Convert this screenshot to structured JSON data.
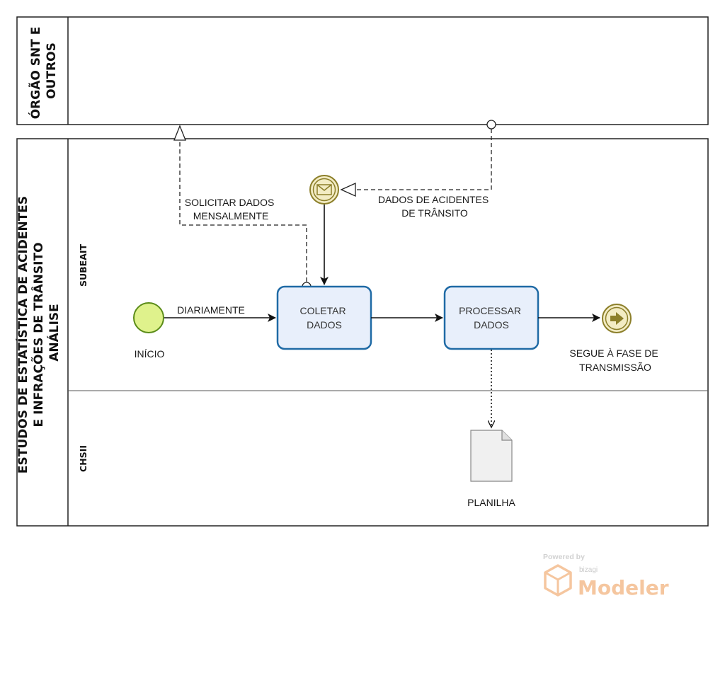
{
  "pools": {
    "top": {
      "title_lines": [
        "ÓRGÃO SNT E",
        "OUTROS"
      ]
    },
    "main": {
      "title_lines": [
        "ESTUDOS DE ESTATÍSTICA DE ACIDENTES",
        "E INFRAÇÕES DE TRÂNSITO",
        "ANÁLISE"
      ],
      "lanes": [
        "SUBEAIT",
        "CHSII"
      ]
    }
  },
  "tasks": {
    "coletar": [
      "COLETAR",
      "DADOS"
    ],
    "processar": [
      "PROCESSAR",
      "DADOS"
    ]
  },
  "events": {
    "start": "INÍCIO",
    "end": [
      "SEGUE À FASE DE",
      "TRANSMISSÃO"
    ]
  },
  "flows": {
    "diariamente": "DIARIAMENTE",
    "solicitar": [
      "SOLICITAR DADOS",
      "MENSALMENTE"
    ],
    "dados_acidentes": [
      "DADOS DE ACIDENTES",
      "DE TRÂNSITO"
    ]
  },
  "artifact": {
    "planilha": "PLANILHA"
  },
  "branding": {
    "powered_by": "Powered by",
    "vendor": "bizagi",
    "product": "Modeler"
  },
  "colors": {
    "task_fill": "#e8effb",
    "task_stroke": "#1f6aa5",
    "start_fill": "#dff28c",
    "start_stroke": "#5b8c19",
    "event_stroke": "#8c7f2a",
    "event_fill": "#f3ecc4",
    "logo_orange": "#f5c49a"
  }
}
